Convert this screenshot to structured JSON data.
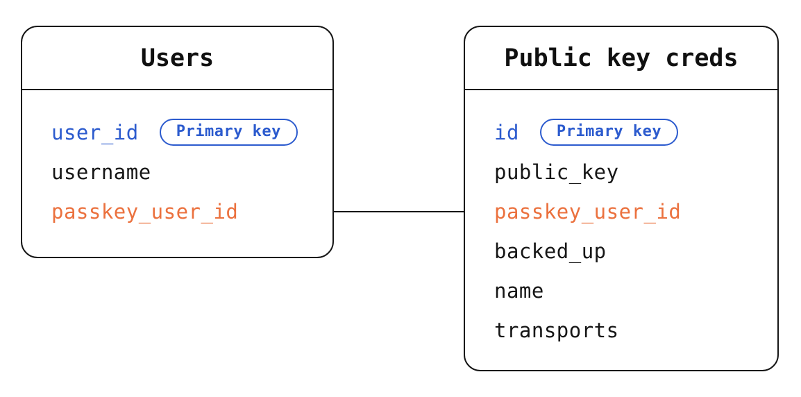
{
  "tables": [
    {
      "title": "Users",
      "fields": [
        {
          "name": "user_id",
          "color": "#2C5BCE",
          "badge": "Primary key"
        },
        {
          "name": "username",
          "color": "#161616"
        },
        {
          "name": "passkey_user_id",
          "color": "#EB713E"
        }
      ]
    },
    {
      "title": "Public key creds",
      "fields": [
        {
          "name": "id",
          "color": "#2C5BCE",
          "badge": "Primary key"
        },
        {
          "name": "public_key",
          "color": "#161616"
        },
        {
          "name": "passkey_user_id",
          "color": "#EB713E"
        },
        {
          "name": "backed_up",
          "color": "#161616"
        },
        {
          "name": "name",
          "color": "#161616"
        },
        {
          "name": "transports",
          "color": "#161616"
        }
      ]
    }
  ],
  "relationship": {
    "from_table": "Users",
    "from_field": "passkey_user_id",
    "to_table": "Public key creds",
    "to_field": "passkey_user_id"
  },
  "colors": {
    "primary_key_blue": "#2C5BCE",
    "foreign_key_orange": "#EB713E",
    "outline_black": "#161616",
    "background": "#FFFFFF"
  }
}
